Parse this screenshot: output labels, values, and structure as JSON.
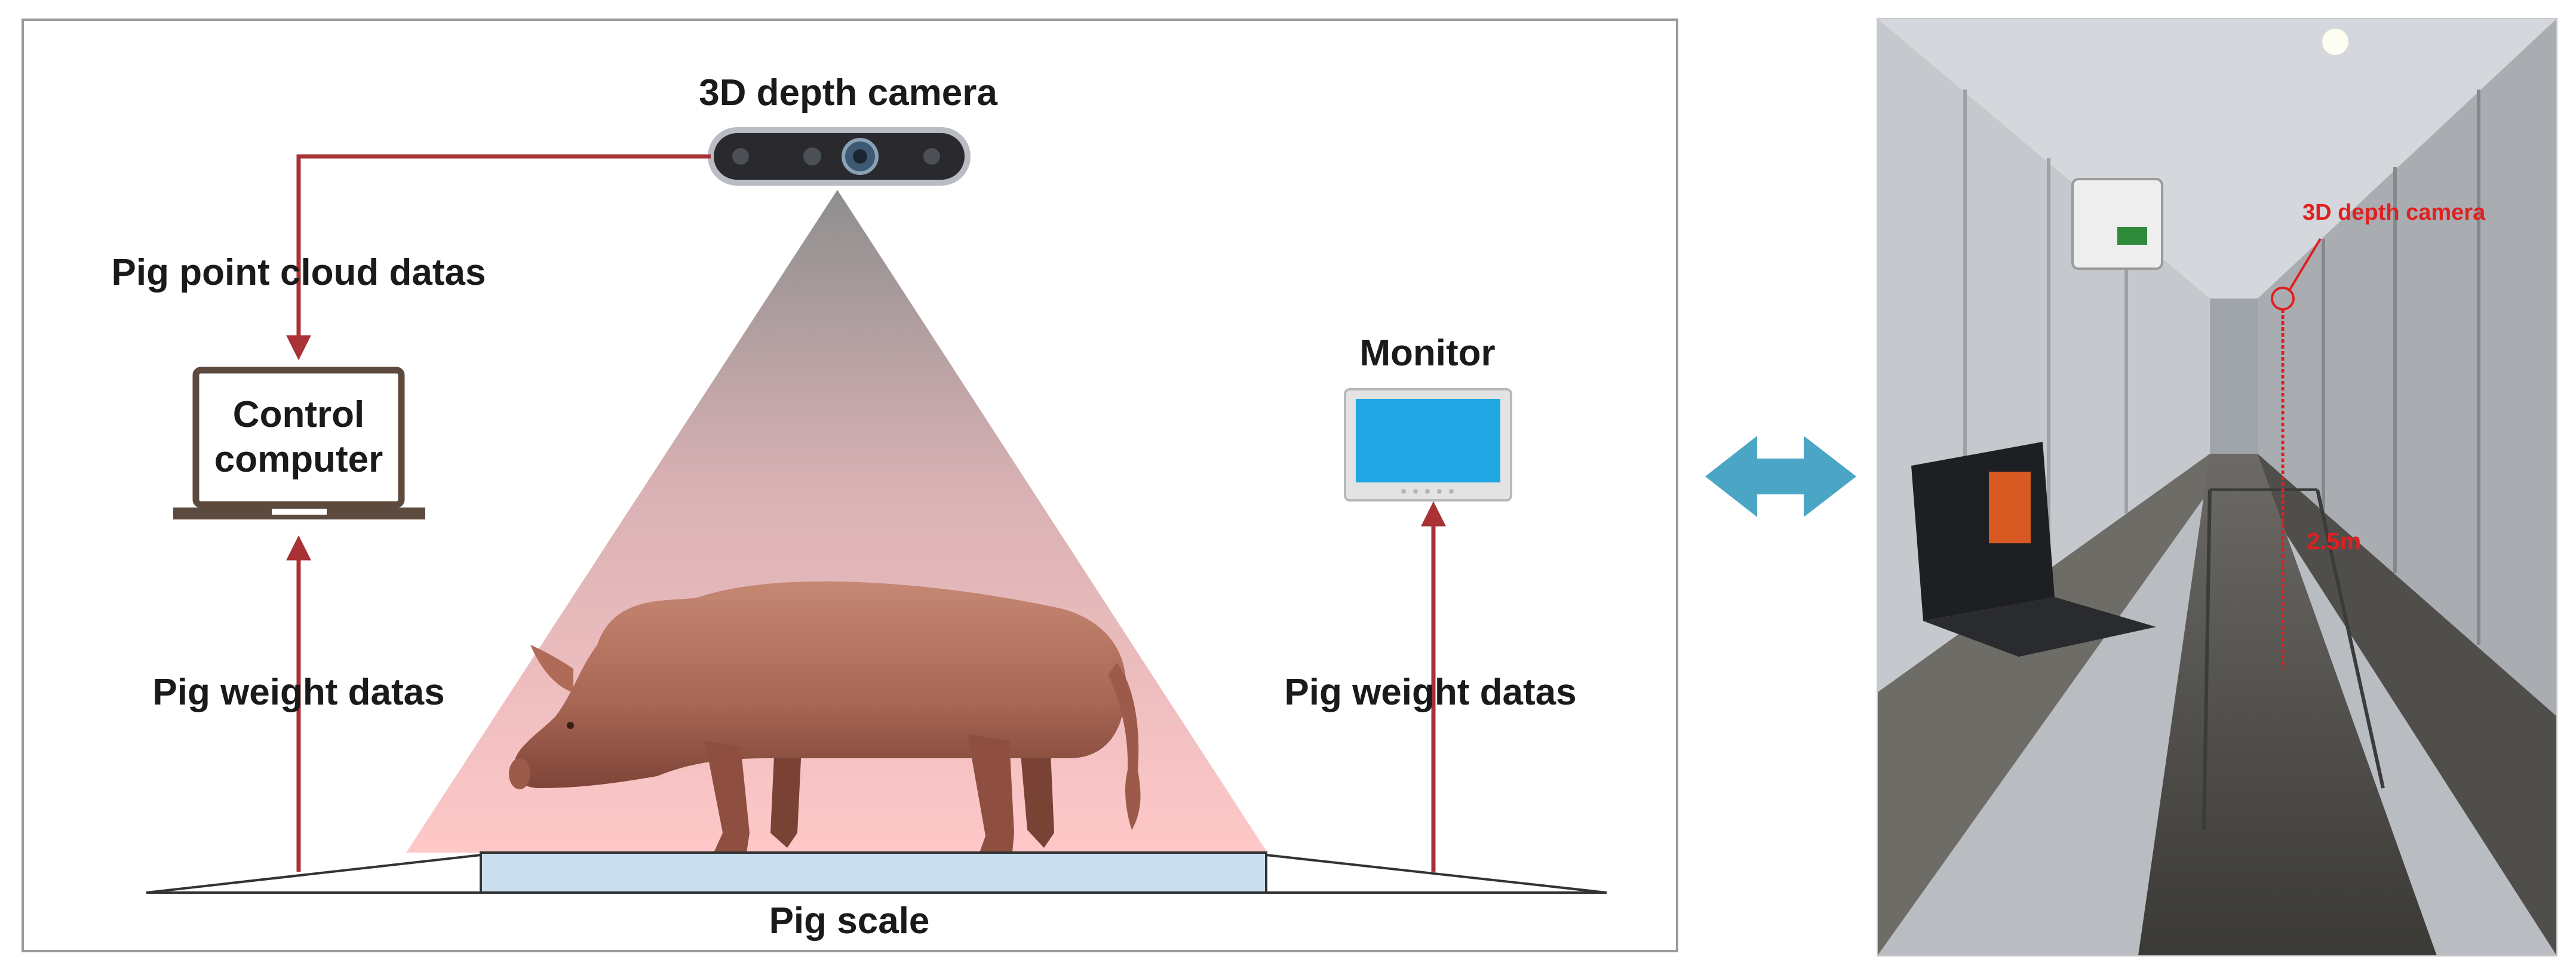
{
  "schematic": {
    "camera_label": "3D depth camera",
    "point_cloud_label": "Pig point cloud datas",
    "computer_label_line1": "Control",
    "computer_label_line2": "computer",
    "monitor_label": "Monitor",
    "weight_left_label": "Pig weight datas",
    "weight_right_label": "Pig weight datas",
    "scale_label": "Pig scale"
  },
  "photo": {
    "camera_label": "3D depth camera",
    "distance_label": "2.5m"
  },
  "colors": {
    "arrow_red": "#a83236",
    "frame": "#9a9a9a",
    "scale_fill": "#c9dff0",
    "monitor_screen": "#1fa6e3",
    "double_arrow": "#4aa6c4",
    "photo_annotation": "#e02020"
  }
}
